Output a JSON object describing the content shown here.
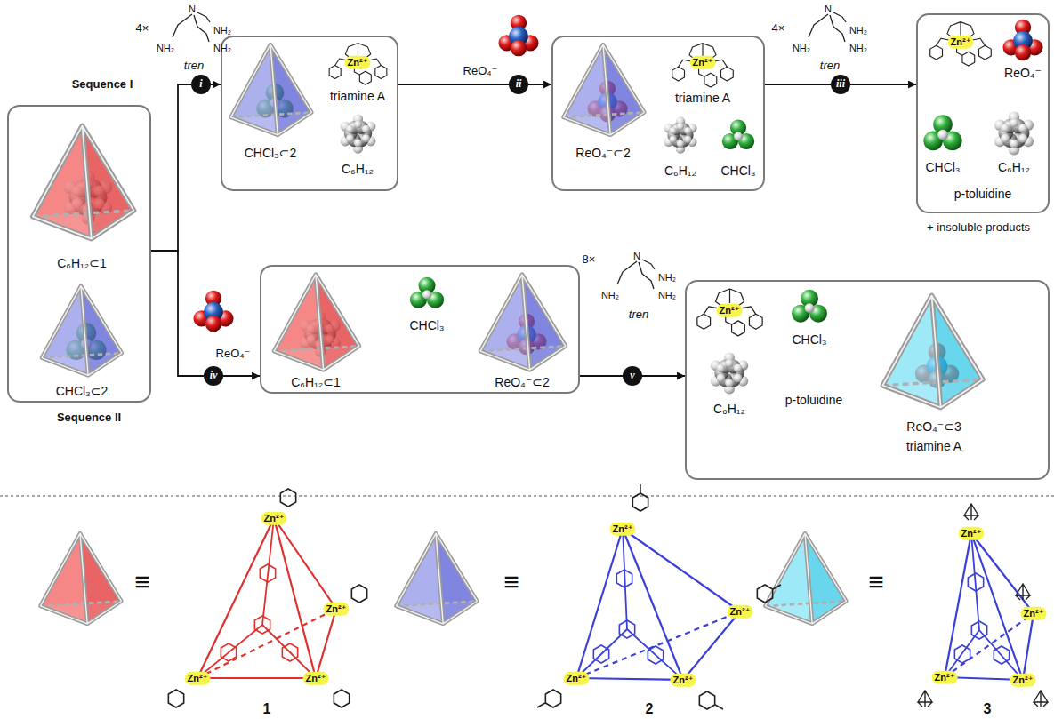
{
  "diagram": {
    "nodes": [
      {
        "text": [
          "C₆H₁₂⊂1",
          "CHCl₃⊂2"
        ]
      },
      {
        "text": [
          "CHCl₃⊂2",
          "Zn²⁺",
          "triamine A",
          "C₆H₁₂"
        ]
      },
      {
        "text": [
          "ReO₄⁻⊂2",
          "Zn²⁺",
          "triamine A",
          "C₆H₁₂",
          "CHCl₃"
        ]
      },
      {
        "text": [
          "Zn²⁺",
          "ReO₄⁻",
          "CHCl₃",
          "C₆H₁₂",
          "p-toluidine"
        ]
      },
      {
        "text": [
          "C₆H₁₂⊂1",
          "CHCl₃",
          "ReO₄⁻⊂2"
        ]
      },
      {
        "text": [
          "Zn²⁺",
          "CHCl₃",
          "C₆H₁₂",
          "p-toluidine",
          "ReO₄⁻⊂3",
          "triamine A"
        ]
      }
    ],
    "edges": [
      {
        "from": 0,
        "to": 1,
        "arrow": "to",
        "label": "i"
      },
      {
        "from": 1,
        "to": 2,
        "arrow": "to",
        "label": "ii"
      },
      {
        "from": 2,
        "to": 3,
        "arrow": "to",
        "label": "iii"
      },
      {
        "from": 0,
        "to": 4,
        "arrow": "to",
        "label": "iv"
      },
      {
        "from": 4,
        "to": 5,
        "arrow": "to",
        "label": "v"
      }
    ],
    "labels": [
      "4×",
      "N",
      "NH₂",
      "NH₂",
      "NH₂",
      "tren",
      "Sequence I",
      "ReO₄⁻",
      "4×",
      "N",
      "NH₂",
      "NH₂",
      "NH₂",
      "tren",
      "+ insoluble products",
      "ReO₄⁻",
      "Sequence II",
      "8×",
      "N",
      "NH₂",
      "NH₂",
      "NH₂",
      "tren",
      "≡",
      "1",
      "≡",
      "2",
      "≡",
      "3",
      "Zn²⁺",
      "Zn²⁺",
      "Zn²⁺",
      "Zn²⁺",
      "Zn²⁺",
      "Zn²⁺",
      "Zn²⁺",
      "Zn²⁺",
      "Zn²⁺",
      "Zn²⁺",
      "Zn²⁺",
      "Zn²⁺"
    ]
  }
}
